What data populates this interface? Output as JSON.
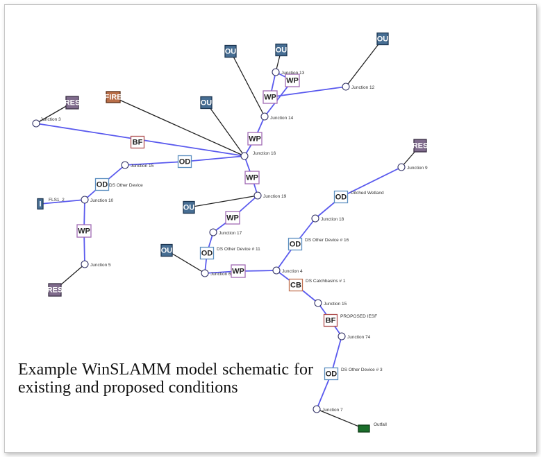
{
  "caption": "Example WinSLAMM model schematic for existing and proposed conditions",
  "colors": {
    "link_blue": "#5a5aee",
    "link_black": "#222222"
  },
  "nodes": [
    {
      "id": "res1",
      "kind": "RES",
      "label": "",
      "icon": "RES"
    },
    {
      "id": "fire",
      "kind": "FIRE",
      "label": "",
      "icon": "FIRE"
    },
    {
      "id": "ou1",
      "kind": "OU",
      "label": "",
      "icon": "OU"
    },
    {
      "id": "ou2",
      "kind": "OU",
      "label": "",
      "icon": "OU"
    },
    {
      "id": "ou3",
      "kind": "OU",
      "label": "",
      "icon": "OU"
    },
    {
      "id": "ou4",
      "kind": "OU",
      "label": "",
      "icon": "OU"
    },
    {
      "id": "ou5",
      "kind": "OU",
      "label": "",
      "icon": "OU"
    },
    {
      "id": "ou6",
      "kind": "OU",
      "label": "",
      "icon": "OU"
    },
    {
      "id": "res2",
      "kind": "RES",
      "label": "",
      "icon": "RES"
    },
    {
      "id": "res3",
      "kind": "RES",
      "label": "",
      "icon": "RES"
    },
    {
      "id": "fl1",
      "kind": "FL",
      "label": "FLS1_2",
      "icon": "I"
    },
    {
      "id": "outfall",
      "kind": "OUT",
      "label": "Outfall",
      "icon": ""
    },
    {
      "id": "bf1",
      "kind": "BF",
      "label": "",
      "icon": "BF"
    },
    {
      "id": "bf2",
      "kind": "BF",
      "label": "PROPOSED IESF",
      "icon": "BF"
    },
    {
      "id": "wp1",
      "kind": "WP",
      "label": "",
      "icon": "WP"
    },
    {
      "id": "wp2",
      "kind": "WP",
      "label": "",
      "icon": "WP"
    },
    {
      "id": "wp3",
      "kind": "WP",
      "label": "",
      "icon": "WP"
    },
    {
      "id": "wp4",
      "kind": "WP",
      "label": "",
      "icon": "WP"
    },
    {
      "id": "wp5",
      "kind": "WP",
      "label": "",
      "icon": "WP"
    },
    {
      "id": "wp6",
      "kind": "WP",
      "label": "",
      "icon": "WP"
    },
    {
      "id": "wp7",
      "kind": "WP",
      "label": "",
      "icon": "WP"
    },
    {
      "id": "od1",
      "kind": "OD",
      "label": "DS Other Device",
      "icon": "OD"
    },
    {
      "id": "od2",
      "kind": "OD",
      "label": "",
      "icon": "OD"
    },
    {
      "id": "od3",
      "kind": "OD",
      "label": "DS Other Device # 11",
      "icon": "OD"
    },
    {
      "id": "od4",
      "kind": "OD",
      "label": "DS Other Device # 16",
      "icon": "OD"
    },
    {
      "id": "od5",
      "kind": "OD",
      "label": "Ditched Wetland",
      "icon": "OD"
    },
    {
      "id": "od6",
      "kind": "OD",
      "label": "DS Other Device # 3",
      "icon": "OD"
    },
    {
      "id": "cb1",
      "kind": "CB",
      "label": "DS Catchbasins # 1",
      "icon": "CB"
    },
    {
      "id": "j3",
      "kind": "J",
      "label": "Junction 3"
    },
    {
      "id": "j13",
      "kind": "J",
      "label": "Junction 13"
    },
    {
      "id": "j12",
      "kind": "J",
      "label": "Junction 12"
    },
    {
      "id": "j14",
      "kind": "J",
      "label": "Junction 14"
    },
    {
      "id": "j16",
      "kind": "J",
      "label": "Junction 16"
    },
    {
      "id": "j15",
      "kind": "J",
      "label": "Junction 15"
    },
    {
      "id": "j10",
      "kind": "J",
      "label": "Junction 10"
    },
    {
      "id": "j5",
      "kind": "J",
      "label": "Junction 5"
    },
    {
      "id": "j9",
      "kind": "J",
      "label": "Junction 9"
    },
    {
      "id": "j18",
      "kind": "J",
      "label": "Junction 18"
    },
    {
      "id": "j17",
      "kind": "J",
      "label": "Junction 17"
    },
    {
      "id": "j6",
      "kind": "J",
      "label": "Junction 6"
    },
    {
      "id": "j4",
      "kind": "J",
      "label": "Junction 4"
    },
    {
      "id": "j15b",
      "kind": "J",
      "label": "Junction 15"
    },
    {
      "id": "j74",
      "kind": "J",
      "label": "Junction 74"
    },
    {
      "id": "j7",
      "kind": "J",
      "label": "Junction 7"
    },
    {
      "id": "j19",
      "kind": "J",
      "label": "Junction 19"
    }
  ],
  "links": [
    {
      "from": "res1",
      "to": "j3",
      "color": "black"
    },
    {
      "from": "j3",
      "to": "j16",
      "color": "blue"
    },
    {
      "from": "fire",
      "to": "j16",
      "color": "black"
    },
    {
      "from": "ou3",
      "to": "j16",
      "color": "black"
    },
    {
      "from": "ou1",
      "to": "j14",
      "color": "black"
    },
    {
      "from": "ou2",
      "to": "j13",
      "color": "black"
    },
    {
      "from": "j13",
      "to": "wp2",
      "color": "blue"
    },
    {
      "from": "wp2",
      "to": "j14",
      "color": "blue"
    },
    {
      "from": "j13",
      "to": "wp3",
      "color": "blue"
    },
    {
      "from": "wp3",
      "to": "j12",
      "color": "blue"
    },
    {
      "from": "ou4",
      "to": "j12",
      "color": "black"
    },
    {
      "from": "j14",
      "to": "wp4",
      "color": "blue"
    },
    {
      "from": "wp4",
      "to": "j16",
      "color": "blue"
    },
    {
      "from": "j16",
      "to": "wp5",
      "color": "blue"
    },
    {
      "from": "wp5",
      "to": "j19",
      "color": "blue"
    },
    {
      "from": "j16",
      "to": "od2",
      "color": "blue"
    },
    {
      "from": "od2",
      "to": "j15",
      "color": "blue"
    },
    {
      "from": "j15",
      "to": "od1",
      "color": "blue"
    },
    {
      "from": "od1",
      "to": "j10",
      "color": "blue"
    },
    {
      "from": "fl1",
      "to": "j10",
      "color": "blue"
    },
    {
      "from": "j10",
      "to": "wp1",
      "color": "blue"
    },
    {
      "from": "wp1",
      "to": "j5",
      "color": "blue"
    },
    {
      "from": "j5",
      "to": "res3",
      "color": "black"
    },
    {
      "from": "j19",
      "to": "wp6",
      "color": "blue"
    },
    {
      "from": "ou5",
      "to": "j19",
      "color": "black"
    },
    {
      "from": "wp6",
      "to": "j17",
      "color": "blue"
    },
    {
      "from": "j17",
      "to": "od3",
      "color": "blue"
    },
    {
      "from": "od3",
      "to": "j6",
      "color": "blue"
    },
    {
      "from": "ou6",
      "to": "j6",
      "color": "black"
    },
    {
      "from": "j6",
      "to": "wp7",
      "color": "blue"
    },
    {
      "from": "wp7",
      "to": "j4",
      "color": "blue"
    },
    {
      "from": "res2",
      "to": "j9",
      "color": "black"
    },
    {
      "from": "j9",
      "to": "od5",
      "color": "blue"
    },
    {
      "from": "od5",
      "to": "j18",
      "color": "blue"
    },
    {
      "from": "j18",
      "to": "od4",
      "color": "blue"
    },
    {
      "from": "od4",
      "to": "j4",
      "color": "blue"
    },
    {
      "from": "j4",
      "to": "cb1",
      "color": "blue"
    },
    {
      "from": "cb1",
      "to": "j15b",
      "color": "blue"
    },
    {
      "from": "j15b",
      "to": "bf2",
      "color": "blue"
    },
    {
      "from": "bf2",
      "to": "j74",
      "color": "blue"
    },
    {
      "from": "j74",
      "to": "od6",
      "color": "blue"
    },
    {
      "from": "od6",
      "to": "j7",
      "color": "blue"
    },
    {
      "from": "j7",
      "to": "outfall",
      "color": "black"
    }
  ]
}
